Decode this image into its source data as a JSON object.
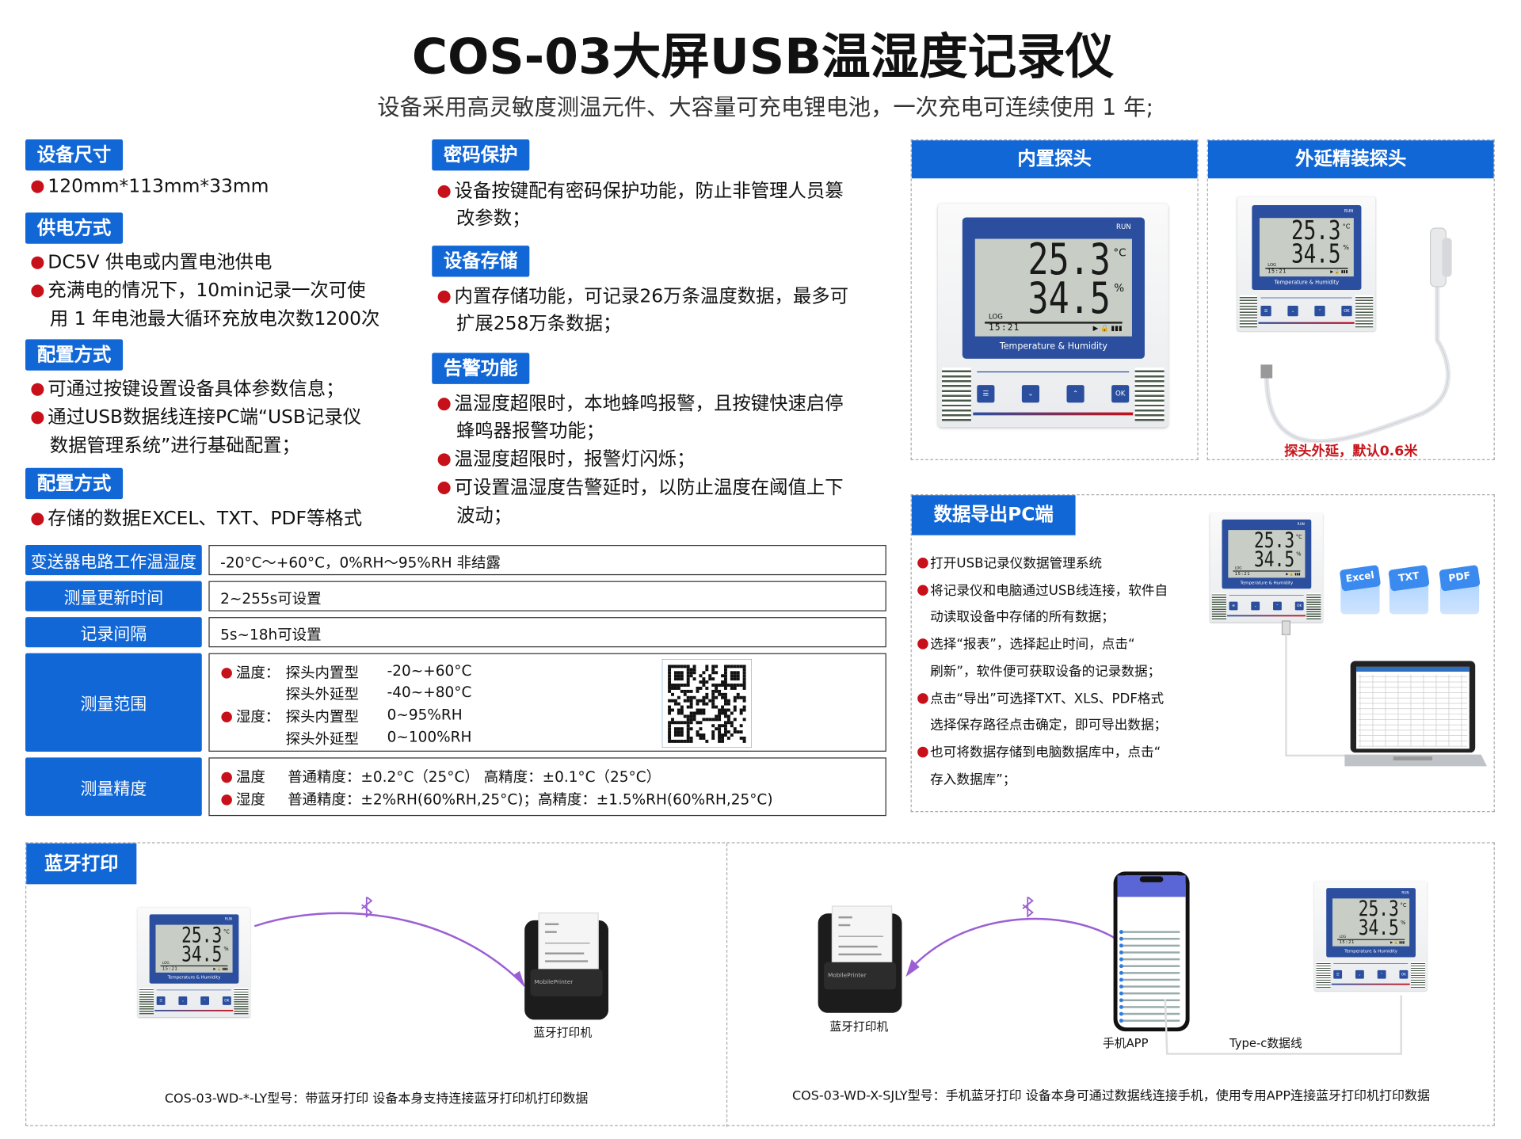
{
  "title": "COS-03大屏USB温湿度记录仪",
  "subtitle": "设备采用高灵敏度测温元件、大容量可充电锂电池，一次充电可连续使用 1 年;",
  "colors": {
    "accent": "#1267d6",
    "bullet": "#c8101a",
    "caption_red": "#c8161d",
    "arrow": "#9b5fd3"
  },
  "features_left": [
    {
      "tag": "设备尺寸",
      "lines": [
        "120mm*113mm*33mm"
      ]
    },
    {
      "tag": "供电方式",
      "lines": [
        "DC5V 供电或内置电池供电",
        "充满电的情况下，10min记录一次可使",
        "用 1 年电池最大循环充放电次数1200次"
      ]
    },
    {
      "tag": "配置方式",
      "lines": [
        "可通过按键设置设备具体参数信息；",
        "通过USB数据线连接PC端“USB记录仪",
        "数据管理系统”进行基础配置；"
      ]
    },
    {
      "tag": "配置方式",
      "lines": [
        "存储的数据EXCEL、TXT、PDF等格式"
      ]
    }
  ],
  "features_mid": [
    {
      "tag": "密码保护",
      "lines": [
        "设备按键配有密码保护功能，防止非管理人员篡",
        "改参数；"
      ]
    },
    {
      "tag": "设备存储",
      "lines": [
        "内置存储功能，可记录26万条温度数据，最多可",
        "扩展258万条数据；"
      ]
    },
    {
      "tag": "告警功能",
      "lines": [
        "温湿度超限时，本地蜂鸣报警，且按键快速启停",
        "蜂鸣器报警功能；",
        "温湿度超限时，报警灯闪烁；",
        "可设置温湿度告警延时，以防止温度在阈值上下",
        "波动；"
      ]
    }
  ],
  "specs": [
    {
      "label": "变送器电路工作温湿度",
      "value": "-20°C～+60°C，0%RH～95%RH 非结露"
    },
    {
      "label": "测量更新时间",
      "value": "2~255s可设置"
    },
    {
      "label": "记录间隔",
      "value": "5s~18h可设置"
    },
    {
      "label": "测量范围",
      "rows": [
        {
          "kind": "温度：",
          "type": "探头内置型",
          "value": "-20~+60°C"
        },
        {
          "kind": "",
          "type": "探头外延型",
          "value": "-40~+80°C"
        },
        {
          "kind": "湿度：",
          "type": "探头内置型",
          "value": "0~95%RH"
        },
        {
          "kind": "",
          "type": "探头外延型",
          "value": "0~100%RH"
        }
      ]
    },
    {
      "label": "测量精度",
      "rows": [
        {
          "kind": "温度",
          "value": "普通精度：±0.2°C（25°C） 高精度：±0.1°C（25°C）"
        },
        {
          "kind": "湿度",
          "value": "普通精度：±2%RH(60%RH,25°C)；高精度：±1.5%RH(60%RH,25°C)"
        }
      ]
    }
  ],
  "probe_panels": {
    "internal": {
      "title": "内置探头"
    },
    "external": {
      "title": "外延精装探头",
      "caption": "探头外延，默认0.6米"
    }
  },
  "device": {
    "temp": "25.3",
    "temp_unit": "°C",
    "hum": "34.5",
    "hum_unit": "%",
    "run": "RUN",
    "log": "LOG",
    "time": "15:21",
    "label": "Temperature & Humidity",
    "ok": "OK"
  },
  "export": {
    "title": "数据导出PC端",
    "lines": [
      {
        "bullet": true,
        "text": "打开USB记录仪数据管理系统"
      },
      {
        "bullet": true,
        "text": "将记录仪和电脑通过USB线连接，软件自"
      },
      {
        "bullet": false,
        "text": "动读取设备中存储的所有数据；"
      },
      {
        "bullet": true,
        "text": "选择“报表”，选择起止时间，点击“"
      },
      {
        "bullet": false,
        "text": "刷新”，软件便可获取设备的记录数据；"
      },
      {
        "bullet": true,
        "text": "点击“导出”可选择TXT、XLS、PDF格式"
      },
      {
        "bullet": false,
        "text": "选择保存路径点击确定，即可导出数据；"
      },
      {
        "bullet": true,
        "text": "也可将数据存储到电脑数据库中，点击“"
      },
      {
        "bullet": false,
        "text": "存入数据库”；"
      }
    ],
    "formats": [
      "Excel",
      "TXT",
      "PDF"
    ]
  },
  "bluetooth": {
    "title": "蓝牙打印",
    "left": {
      "printer_label": "蓝牙打印机",
      "caption": "COS-03-WD-*-LY型号：带蓝牙打印  设备本身支持连接蓝牙打印机打印数据"
    },
    "right": {
      "printer_label": "蓝牙打印机",
      "phone_label": "手机APP",
      "cable_label": "Type-c数据线",
      "caption": "COS-03-WD-X-SJLY型号：手机蓝牙打印 设备本身可通过数据线连接手机，使用专用APP连接蓝牙打印机打印数据"
    },
    "printer_brand": "MobilePrinter"
  }
}
